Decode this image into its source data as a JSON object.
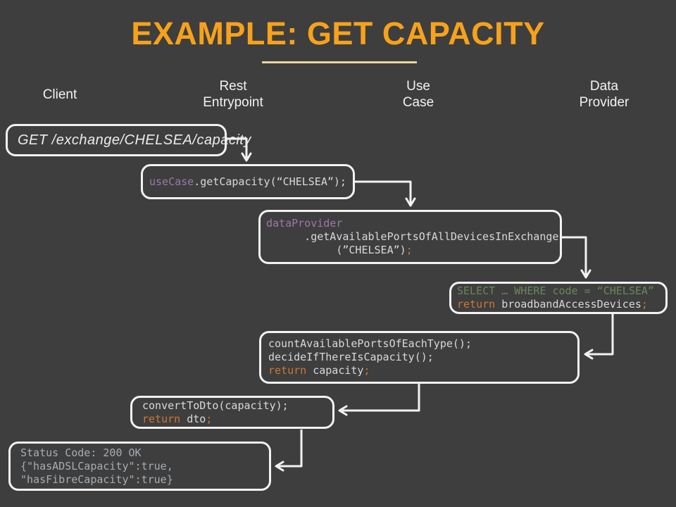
{
  "title": {
    "text": "EXAMPLE: GET CAPACITY"
  },
  "columns": [
    {
      "label": "Client"
    },
    {
      "label": "Rest\nEntrypoint"
    },
    {
      "label": "Use\nCase"
    },
    {
      "label": "Data\nProvider"
    }
  ],
  "palette": {
    "background": "#3E3E3E",
    "title_orange": "#F7A21B",
    "underline_gold": "#E9D89C",
    "box_border": "#F2F2F2",
    "code_plain": "#D6D9DC",
    "code_purple": "#9B79A8",
    "code_orange": "#CB7832",
    "code_green": "#6A8759",
    "code_muted": "#A6ADB4",
    "request_text": "#ECECEC"
  },
  "boxes": [
    {
      "name": "request-box",
      "lines": [
        [
          {
            "t": "GET /exchange/CHELSEA/capacity",
            "c": "req"
          }
        ]
      ]
    },
    {
      "name": "usecase-call-box",
      "lines": [
        [
          {
            "t": "useCase",
            "c": "purple"
          },
          {
            "t": ".getCapacity(“CHELSEA”);",
            "c": "plain"
          }
        ]
      ]
    },
    {
      "name": "dataprovider-call-box",
      "lines": [
        [
          {
            "t": "dataProvider",
            "c": "purple"
          }
        ],
        [
          {
            "t": "      .getAvailablePortsOfAllDevicesInExchange",
            "c": "plain"
          }
        ],
        [
          {
            "t": "           (”CHELSEA”)",
            "c": "plain"
          },
          {
            "t": ";",
            "c": "orange"
          }
        ]
      ]
    },
    {
      "name": "sql-query-box",
      "lines": [
        [
          {
            "t": "SELECT … WHERE code = “CHELSEA”",
            "c": "green"
          }
        ],
        [
          {
            "t": "return",
            "c": "orange"
          },
          {
            "t": " broadbandAccessDevices",
            "c": "plain"
          },
          {
            "t": ";",
            "c": "orange"
          }
        ]
      ]
    },
    {
      "name": "capacity-logic-box",
      "lines": [
        [
          {
            "t": "countAvailablePortsOfEachType();",
            "c": "plain"
          }
        ],
        [
          {
            "t": "decideIfThereIsCapacity();",
            "c": "plain"
          }
        ],
        [
          {
            "t": "return",
            "c": "orange"
          },
          {
            "t": " capacity",
            "c": "plain"
          },
          {
            "t": ";",
            "c": "orange"
          }
        ]
      ]
    },
    {
      "name": "convert-dto-box",
      "lines": [
        [
          {
            "t": "convertToDto(capacity);",
            "c": "plain"
          }
        ],
        [
          {
            "t": "return",
            "c": "orange"
          },
          {
            "t": " dto",
            "c": "plain"
          },
          {
            "t": ";",
            "c": "orange"
          }
        ]
      ]
    },
    {
      "name": "response-box",
      "lines": [
        [
          {
            "t": "Status Code: 200 OK",
            "c": "muted"
          }
        ],
        [
          {
            "t": "{\"hasADSLCapacity\":true,",
            "c": "muted"
          }
        ],
        [
          {
            "t": "\"hasFibreCapacity\":true}",
            "c": "muted"
          }
        ]
      ]
    }
  ]
}
